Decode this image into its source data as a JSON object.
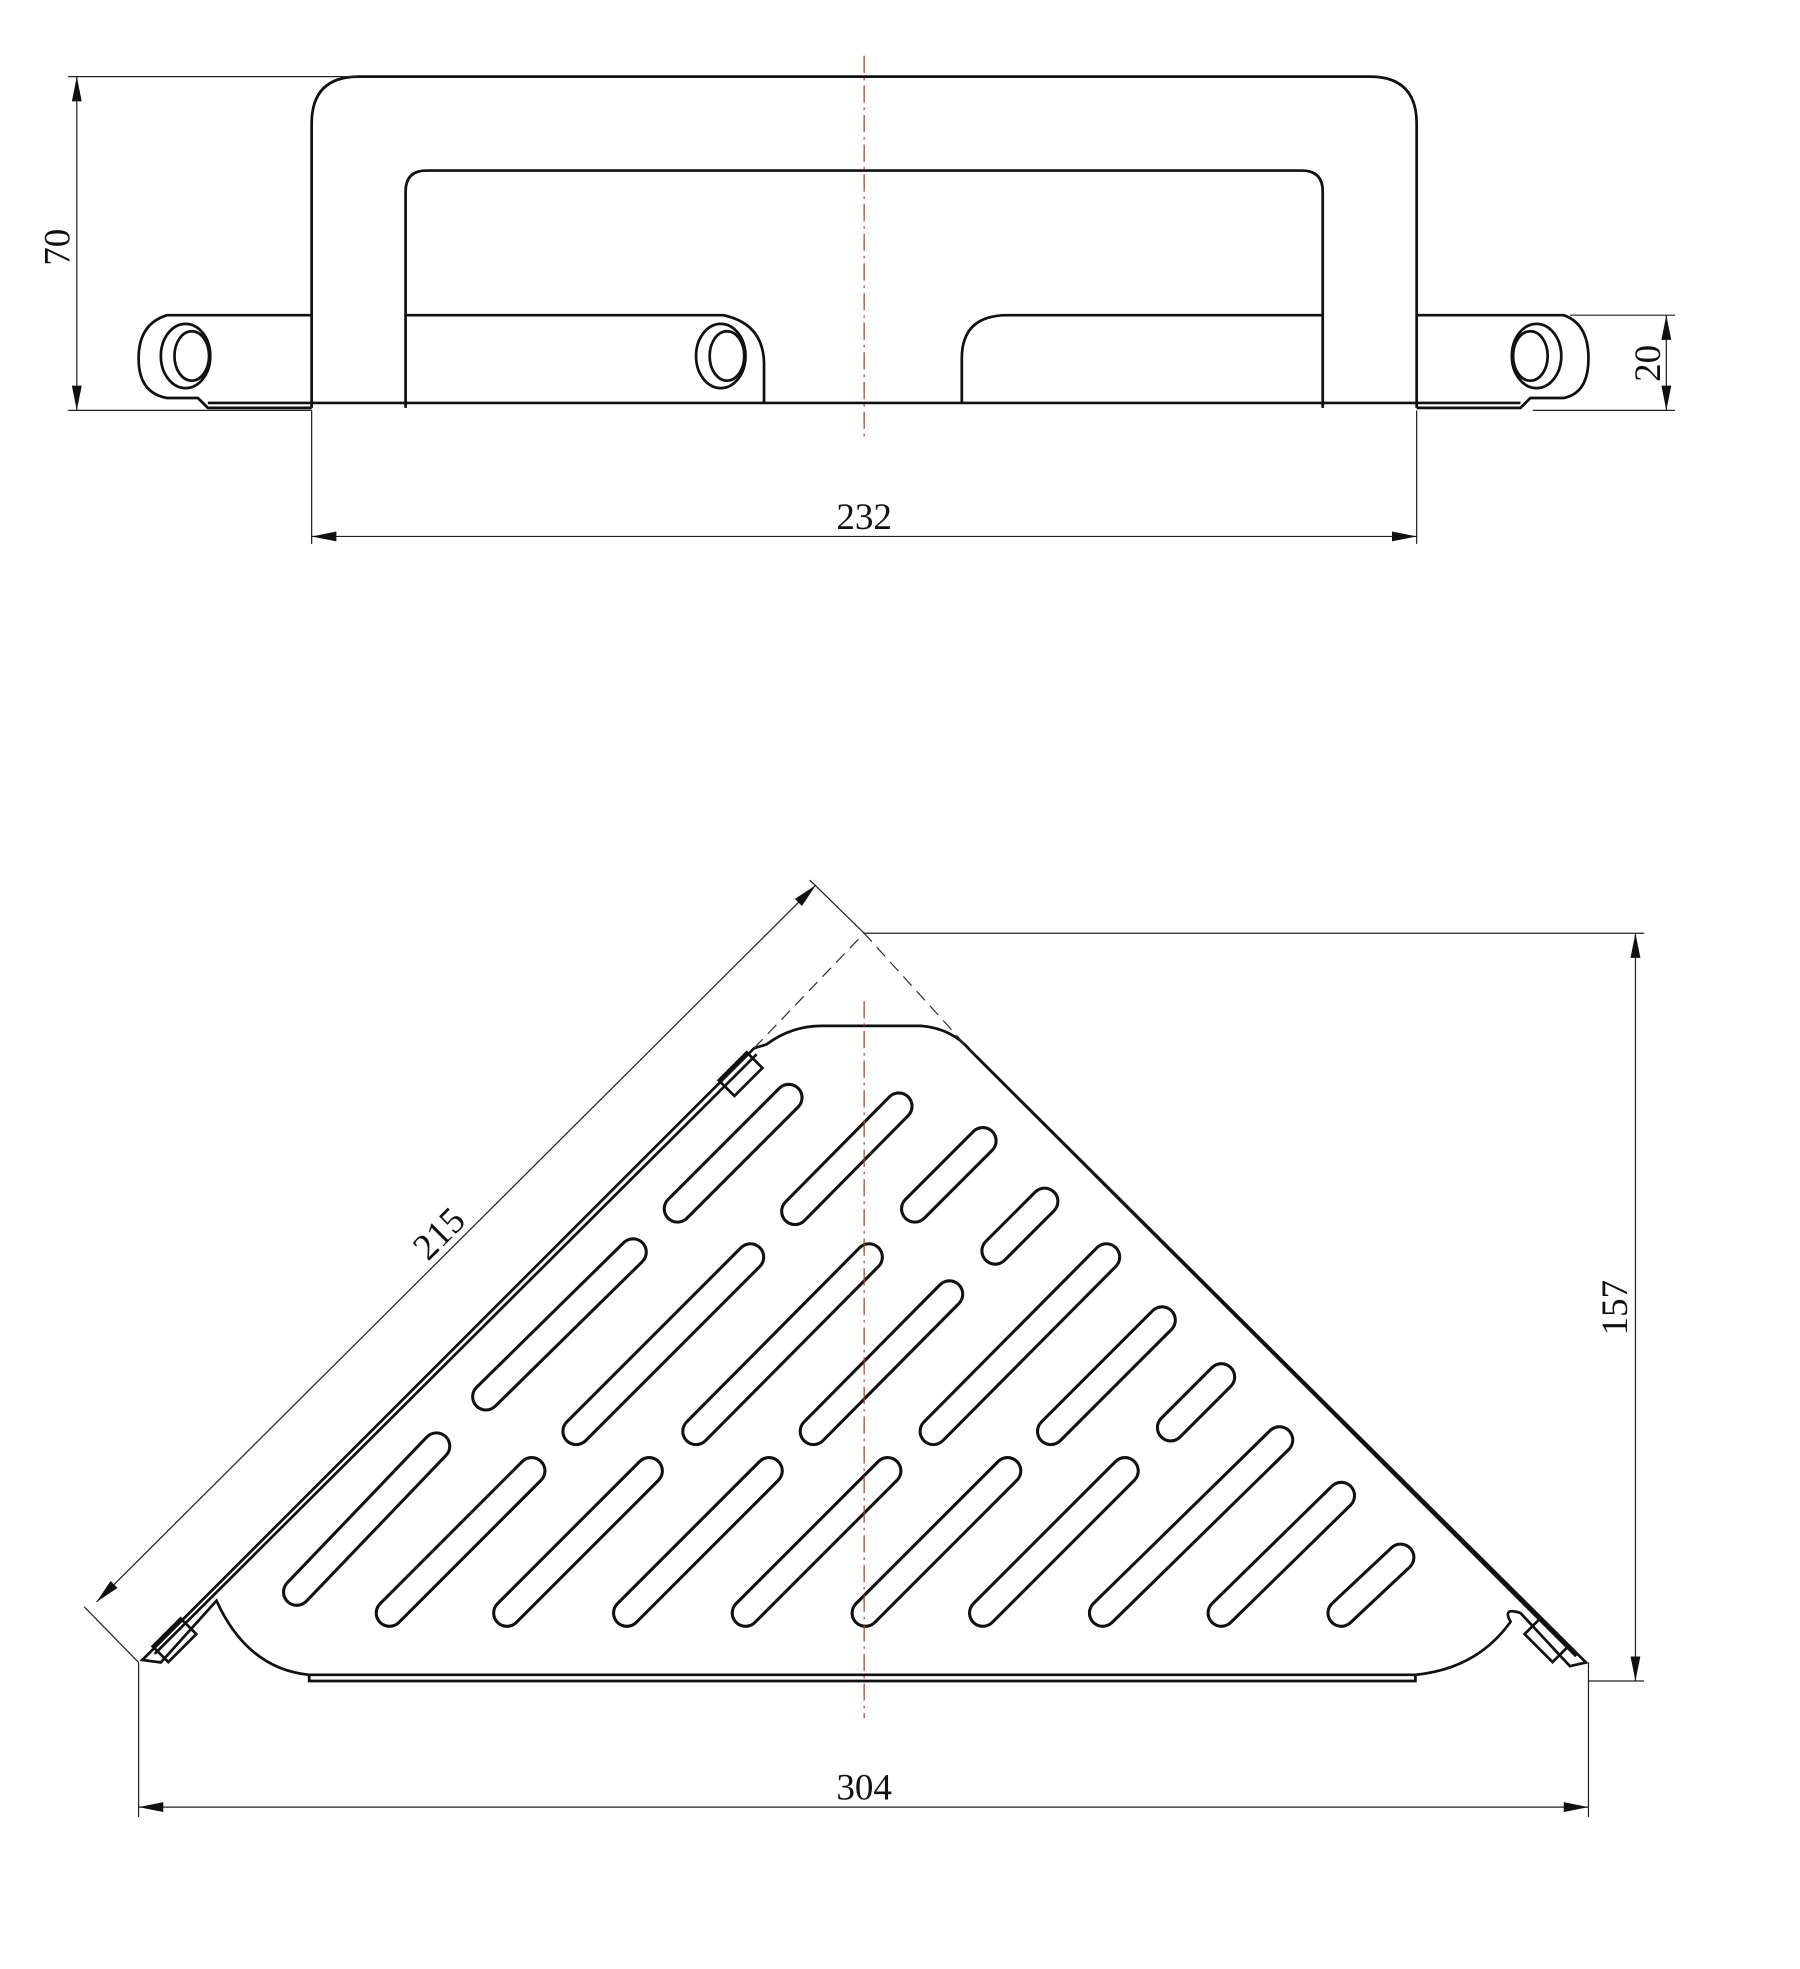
{
  "top_view": {
    "dimensions": {
      "height": "70",
      "width": "232",
      "flange_height": "20"
    }
  },
  "plan_view": {
    "dimensions": {
      "side": "215",
      "width": "304",
      "depth": "157"
    },
    "slot_rows": [
      4,
      7,
      10
    ]
  },
  "colors": {
    "line": "#111111",
    "center_line": "#c0392b",
    "background": "#ffffff"
  }
}
